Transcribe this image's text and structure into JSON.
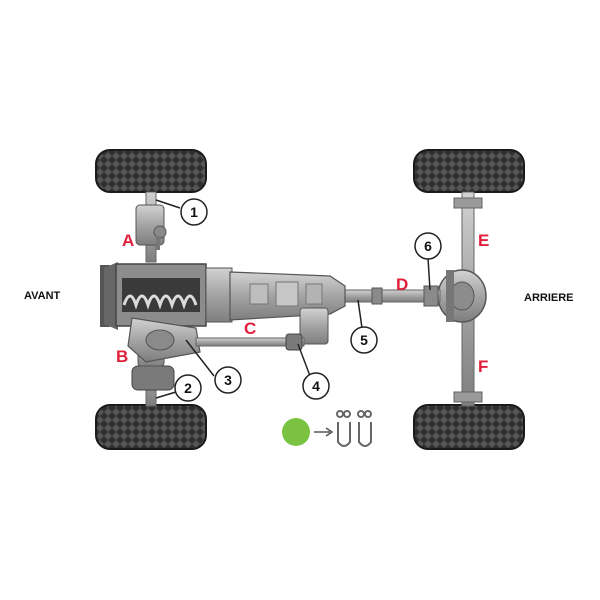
{
  "labels": {
    "front": "AVANT",
    "rear": "ARRIERE"
  },
  "sections": [
    "A",
    "B",
    "C",
    "D",
    "E",
    "F"
  ],
  "callouts": [
    "1",
    "2",
    "3",
    "4",
    "5",
    "6"
  ],
  "colors": {
    "section_label": "#e0203a",
    "indicator_dot": "#7cc242",
    "tire": "#2b2b2b",
    "metal": "#a8a8a8"
  },
  "icons": {
    "indicator": "green-dot-icon",
    "hardware": "u-bolt-kit-icon"
  }
}
